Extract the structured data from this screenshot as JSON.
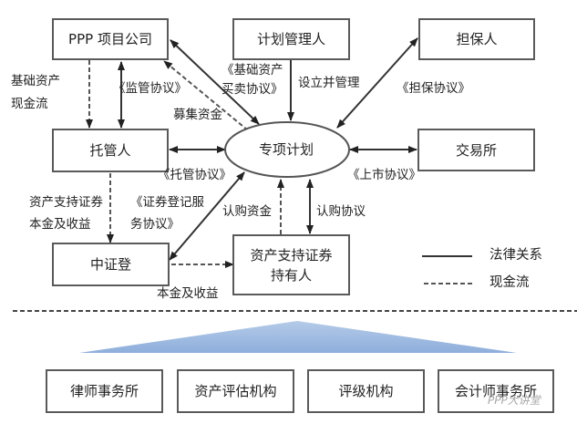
{
  "diagram": {
    "nodes": {
      "ppp_company": "PPP 项目公司",
      "plan_manager": "计划管理人",
      "guarantor": "担保人",
      "custodian": "托管人",
      "special_plan": "专项计划",
      "exchange": "交易所",
      "csdc": "中证登",
      "abs_holder_line1": "资产支持证券",
      "abs_holder_line2": "持有人"
    },
    "edge_labels": {
      "underlying_cashflow_1": "基础资产",
      "underlying_cashflow_2": "现金流",
      "supervision_agreement": "《监管协议》",
      "asset_sale_1": "《基础资产",
      "asset_sale_2": "买卖协议》",
      "set_up_manage": "设立并管理",
      "guarantee_agreement": "《担保协议》",
      "raised_funds": "募集资金",
      "custody_agreement": "《托管协议》",
      "listing_agreement": "《上市协议》",
      "abs_principal_1": "资产支持证券",
      "abs_principal_2": "本金及收益",
      "registration_1": "《证券登记服",
      "registration_2": "务协议》",
      "subscription_funds": "认购资金",
      "subscription_agreement": "认购协议",
      "principal_income": "本金及收益"
    },
    "legend": {
      "legal_relation": "法律关系",
      "cash_flow": "现金流"
    },
    "service_providers": [
      "律师事务所",
      "资产评估机构",
      "评级机构",
      "会计师事务所"
    ],
    "watermark": "PPP大讲堂",
    "colors": {
      "line": "#333333",
      "box_border": "#5a5a5a",
      "dashed": "#555555",
      "triangle_top": "#b4cbe8",
      "triangle_bottom": "#8eaedb"
    }
  }
}
